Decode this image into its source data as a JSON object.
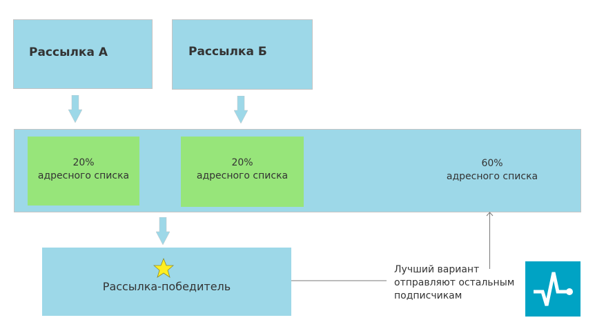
{
  "boxes": {
    "a": "Рассылка А",
    "b": "Рассылка Б",
    "winner": "Рассылка-победитель"
  },
  "segments": [
    {
      "percent": "20%",
      "label": "адресного списка"
    },
    {
      "percent": "20%",
      "label": "адресного списка"
    },
    {
      "percent": "60%",
      "label": "адресного списка"
    }
  ],
  "note": [
    "Лучший вариант",
    "отправляют остальным",
    "подписчикам"
  ],
  "colors": {
    "box": "#9dd8e8",
    "green": "#97e57a",
    "logo": "#00a3c4",
    "star": "#ffee22"
  }
}
